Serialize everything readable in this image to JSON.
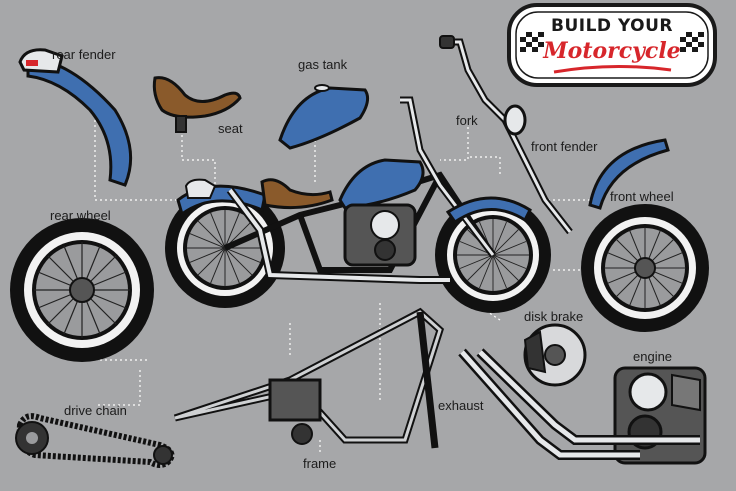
{
  "badge": {
    "line1": "BUILD YOUR",
    "line2": "Motorcycle"
  },
  "labels": {
    "rear_fender": "rear fender",
    "seat": "seat",
    "gas_tank": "gas tank",
    "fork": "fork",
    "front_fender": "front fender",
    "rear_wheel": "rear wheel",
    "front_wheel": "front wheel",
    "disk_brake": "disk brake",
    "engine": "engine",
    "drive_chain": "drive chain",
    "exhaust": "exhaust",
    "frame": "frame"
  },
  "colors": {
    "background": "#a6a7a9",
    "body_blue": "#3f6fb0",
    "seat_brown": "#8a5a2b",
    "chrome": "#e6e8ea",
    "tire": "#111111",
    "accent_red": "#d7262b"
  }
}
